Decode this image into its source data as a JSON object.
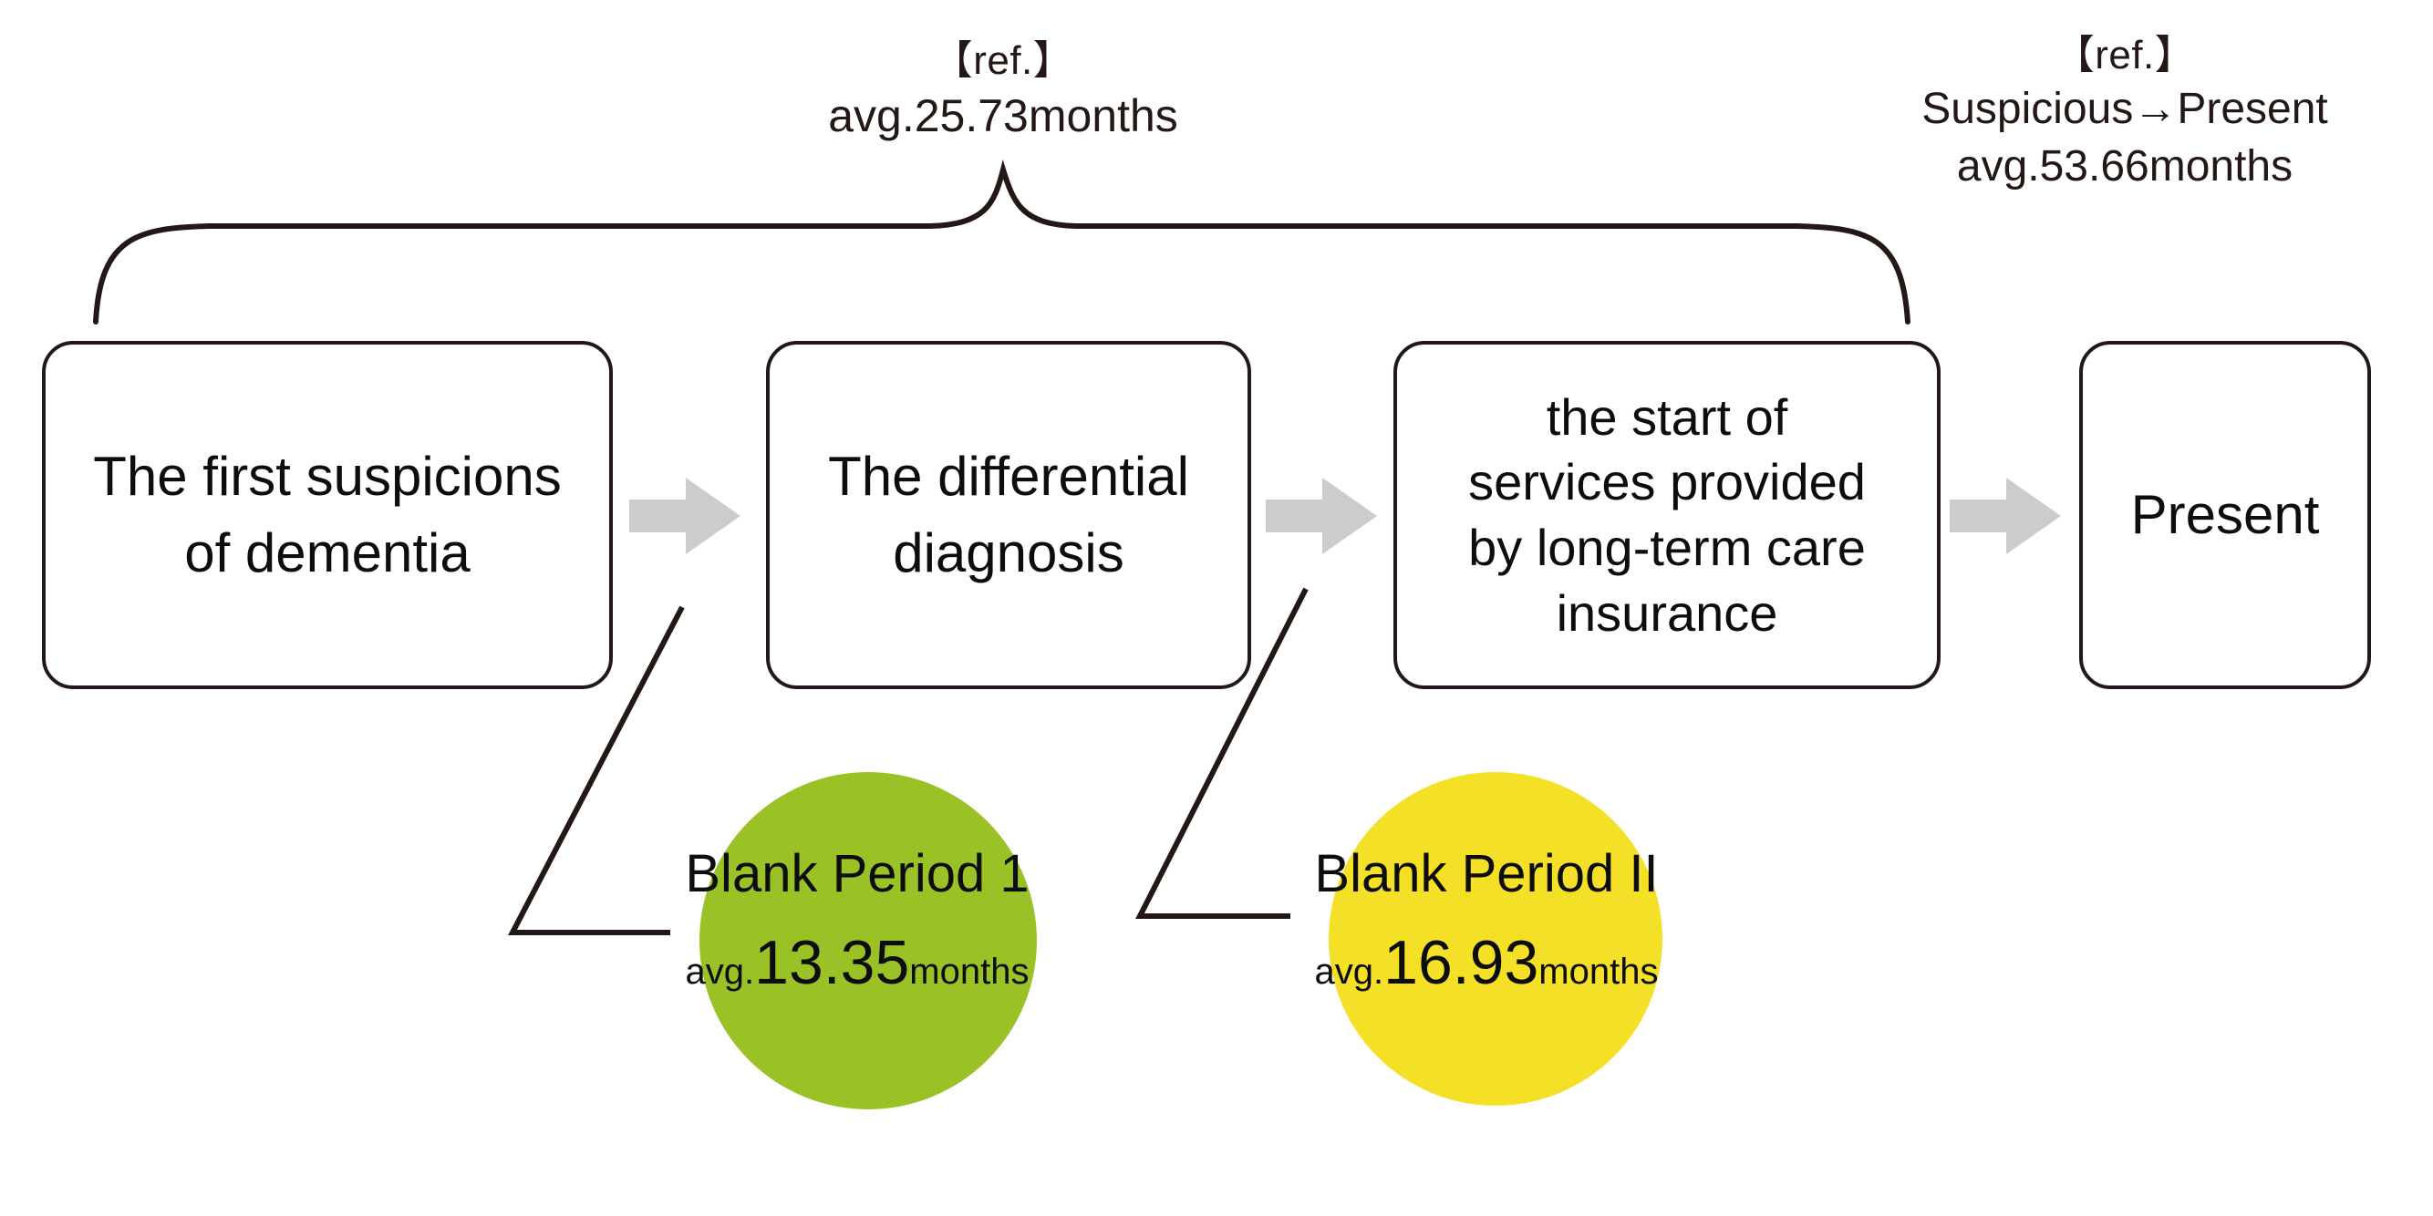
{
  "diagram": {
    "title": "Dementia care pathway with blank periods",
    "colors": {
      "outline": "#231815",
      "arrow_gray": "#cccccc",
      "blank_period_1": "#9ac227",
      "blank_period_2": "#f5e028",
      "background": "#ffffff"
    },
    "annotations": {
      "center": {
        "tag": "【ref.】",
        "value": "avg.25.73months"
      },
      "right": {
        "tag": "【ref.】",
        "range": "Suspicious→Present",
        "value": "avg.53.66months"
      }
    },
    "stages": [
      {
        "id": "suspicion",
        "label": "The first suspicions\nof dementia"
      },
      {
        "id": "diagnosis",
        "label": "The differential\ndiagnosis"
      },
      {
        "id": "ltci",
        "label": "the start of\nservices provided\nby long-term care\ninsurance"
      },
      {
        "id": "present",
        "label": "Present"
      }
    ],
    "arrows": [
      {
        "id": "arrow-1",
        "from": "suspicion",
        "to": "diagnosis"
      },
      {
        "id": "arrow-2",
        "from": "diagnosis",
        "to": "ltci"
      },
      {
        "id": "arrow-3",
        "from": "ltci",
        "to": "present"
      }
    ],
    "blank_periods": [
      {
        "id": "blank-period-1",
        "name": "Blank Period 1",
        "avg_prefix": "avg.",
        "avg_value": "13.35",
        "avg_suffix": "months",
        "color": "#9ac227"
      },
      {
        "id": "blank-period-2",
        "name": "Blank Period II",
        "avg_prefix": "avg.",
        "avg_value": "16.93",
        "avg_suffix": "months",
        "color": "#f5e028"
      }
    ]
  }
}
